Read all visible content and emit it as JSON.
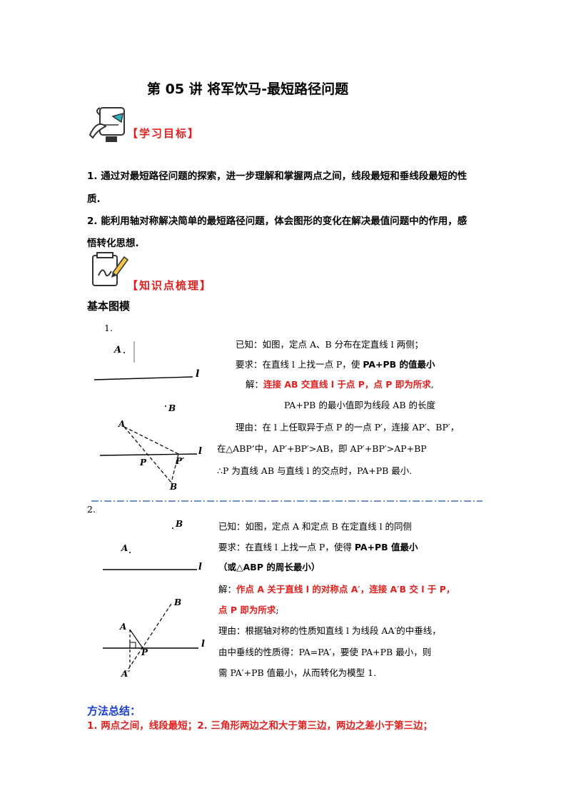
{
  "title": "第 05 讲    将军饮马-最短路径问题",
  "objectives": {
    "badge": "【学习目标】",
    "item1_line1": "1. 通过对最短路径问题的探索，进一步理解和掌握两点之间，线段最短和垂线段最短的性",
    "item1_line2": "质.",
    "item2_line1": "2. 能利用轴对称解决简单的最短路径问题，体会图形的变化在解决最值问题中的作用，感",
    "item2_line2": "悟转化思想."
  },
  "knowledge": {
    "badge": "【知识点梳理】",
    "heading": "基本图模"
  },
  "model1": {
    "number": "1.",
    "given": "已知：如图，定点 A、B 分布在定直线 l 两侧；",
    "req_prefix": "要求：在直线 l 上找一点 P，使 ",
    "req_bold": "PA+PB 的值最小",
    "sol_prefix": "解：",
    "sol_red": "连接 AB 交直线 l 于点 P，点 P 即为所求",
    "sol_suffix": ",",
    "result": "PA+PB 的最小值即为线段 AB 的长度",
    "reason1": "理由：在 l 上任取异于点 P 的一点 P′，连接 AP′、BP′，",
    "reason2": "在△ABP’中，AP′+BP′>AB，即 AP′+BP′>AP+BP",
    "reason3": "∴P 为直线 AB 与直线 l 的交点时，PA+PB 最小."
  },
  "model2": {
    "number": "2.",
    "given": "已知：如图，定点 A 和定点 B 在定直线 l 的同侧",
    "req_prefix": "要求：在直线 l 上找一点 P，使得 ",
    "req_bold": "PA+PB 值最小",
    "req_paren": "（或△ABP 的周长最小）",
    "sol_prefix": "解：",
    "sol_red1": "作点 A 关于直线 l 的对称点 A′，连接 A′B 交 l 于 P，",
    "sol_red2": "点 P 即为所求",
    "sol_suffix": ";",
    "reason1": "理由：根据轴对称的性质知直线 l 为线段 AA′的中垂线，",
    "reason2": "由中垂线的性质得：PA=PA′，要使 PA+PB 最小，则",
    "reason3": "需 PA′+PB 值最小，从而转化为模型 1."
  },
  "summary": {
    "heading": "方法总结：",
    "text": "1. 两点之间，线段最短；2. 三角形两边之和大于第三边，两边之差小于第三边；"
  },
  "figure_labels": {
    "A": "A",
    "B": "B",
    "l": "l",
    "P": "P",
    "P_prime": "P′",
    "A_prime": "A′"
  },
  "colors": {
    "accent_red": "#e0201e",
    "summary_blue": "#1a3fcf",
    "divider_blue": "#3a6fbf"
  },
  "icons": [
    "scroll-quill-icon",
    "notepad-pencil-icon"
  ]
}
